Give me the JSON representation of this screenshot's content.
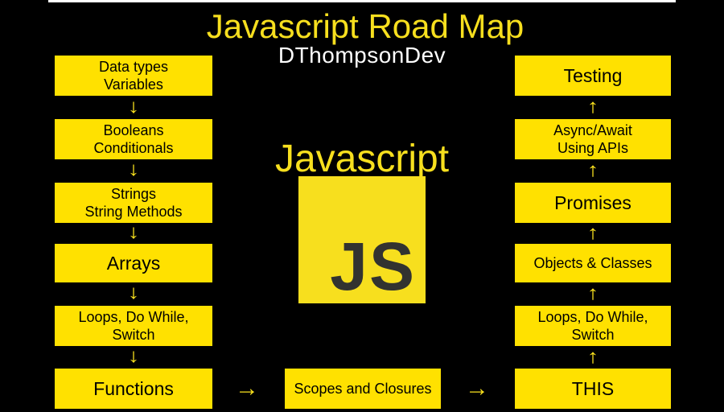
{
  "title": "Javascript Road Map",
  "subtitle": "DThompsonDev",
  "center": {
    "heading": "Javascript",
    "logo_text": "JS"
  },
  "left_column": [
    {
      "lines": [
        "Data types",
        "Variables"
      ]
    },
    {
      "lines": [
        "Booleans",
        "Conditionals"
      ]
    },
    {
      "lines": [
        "Strings",
        "String Methods"
      ]
    },
    {
      "lines": [
        "Arrays"
      ]
    },
    {
      "lines": [
        "Loops, Do While,",
        "Switch"
      ]
    },
    {
      "lines": [
        "Functions"
      ]
    }
  ],
  "bottom_middle": {
    "lines": [
      "Scopes and Closures"
    ]
  },
  "right_column": [
    {
      "lines": [
        "Testing"
      ]
    },
    {
      "lines": [
        "Async/Await",
        "Using APIs"
      ]
    },
    {
      "lines": [
        "Promises"
      ]
    },
    {
      "lines": [
        "Objects & Classes"
      ]
    },
    {
      "lines": [
        "Loops, Do While,",
        "Switch"
      ]
    },
    {
      "lines": [
        "THIS"
      ]
    }
  ],
  "colors": {
    "background": "#000000",
    "accent_yellow": "#f7df1e",
    "box_yellow": "#ffe100",
    "logo_text": "#323330"
  }
}
